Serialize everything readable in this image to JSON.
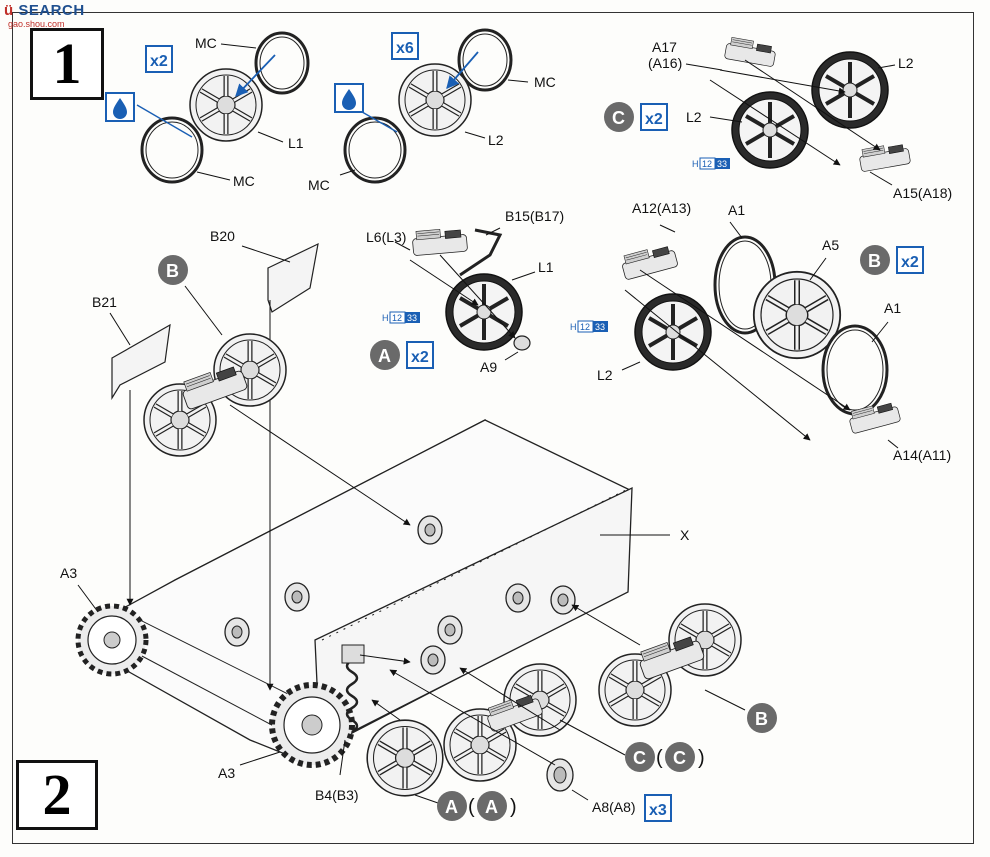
{
  "watermark": {
    "main_a": "ü",
    "main_b": "SEARCH",
    "sub": "gao.shou.com"
  },
  "steps": {
    "one": "1",
    "two": "2"
  },
  "multipliers": {
    "m1": "x2",
    "m2": "x6",
    "m3": "x2",
    "m4": "x2",
    "m5": "x2",
    "m6": "x3"
  },
  "badges": {
    "b_top_left": "B",
    "c_top_right": "C",
    "a_center": "A",
    "b_right": "B",
    "b_bottom": "B",
    "c_bottom_1": "C",
    "c_bottom_2": "C",
    "a_bottom_1": "A",
    "a_bottom_2": "A"
  },
  "paint_code": {
    "prefix": "H",
    "a": "12",
    "b": "33"
  },
  "labels": {
    "mc1": "MC",
    "mc2": "MC",
    "mc3": "MC",
    "mc4": "MC",
    "l1_top": "L1",
    "l2_top": "L2",
    "a17": "A17",
    "a16": "(A16)",
    "l2_tr1": "L2",
    "l2_tr2": "L2",
    "a15": "A15(A18)",
    "b15": "B15(B17)",
    "l6": "L6(L3)",
    "l1_mid": "L1",
    "a9": "A9",
    "a12": "A12(A13)",
    "a1_top": "A1",
    "a5": "A5",
    "a1_right": "A1",
    "l2_right": "L2",
    "a14": "A14(A11)",
    "b20": "B20",
    "b21": "B21",
    "x": "X",
    "a3_left": "A3",
    "a3_bottom": "A3",
    "b4": "B4(B3)",
    "a8": "A8(A8)"
  }
}
